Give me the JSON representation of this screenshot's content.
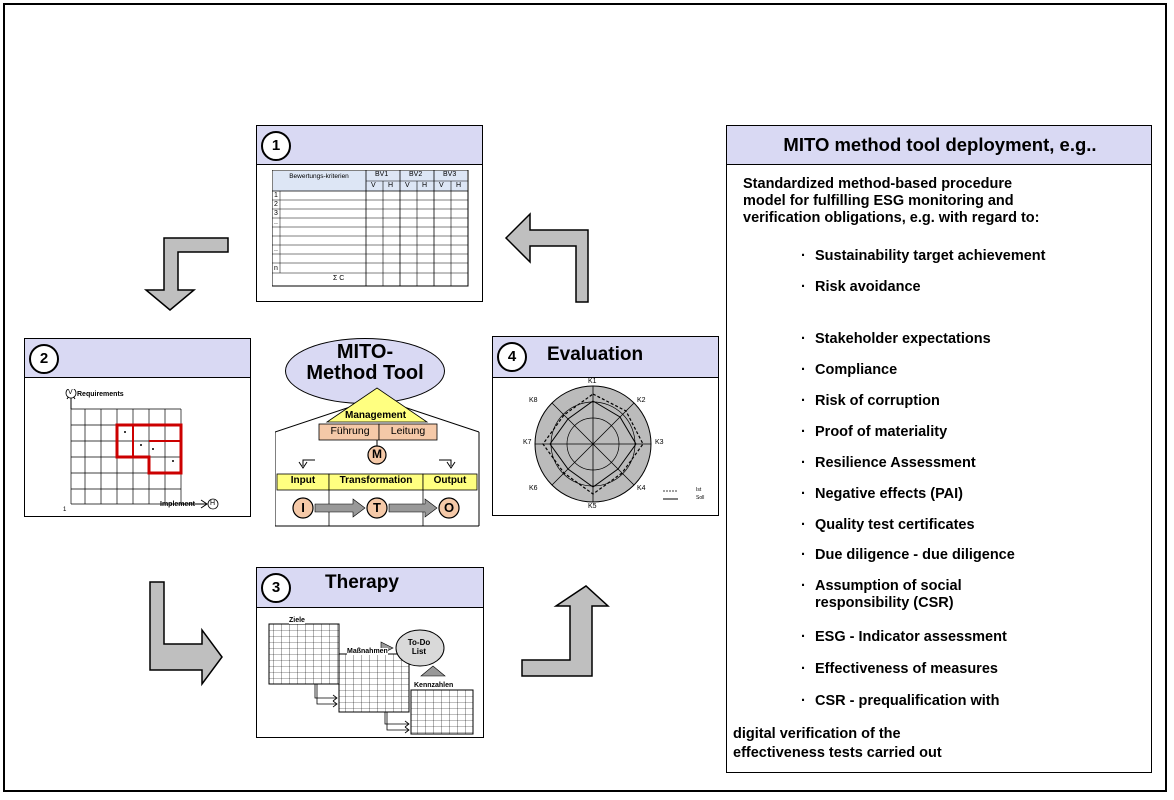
{
  "panel1": {
    "number": "1",
    "table": {
      "header_criteria": "Bewertungs-kriterien",
      "bv1": "BV1",
      "bv2": "BV2",
      "bv3": "BV3",
      "v": "V",
      "h": "H",
      "rows": [
        "1",
        "2",
        "3",
        "..",
        "..",
        "n"
      ],
      "sum": "Σ C"
    }
  },
  "panel2": {
    "number": "2",
    "y_axis": "Requirements",
    "x_axis": "Implement",
    "y_marker": "V",
    "x_marker": "H",
    "origin": "1"
  },
  "panel3": {
    "number": "3",
    "title": "Therapy",
    "labels": {
      "goals": "Ziele",
      "measures": "Maßnahmen",
      "todo": "To-Do List",
      "kpi": "Kennzahlen"
    }
  },
  "panel4": {
    "number": "4",
    "title": "Evaluation",
    "axes": [
      "K1",
      "K2",
      "K3",
      "K4",
      "K5",
      "K6",
      "K7",
      "K8"
    ],
    "legend": [
      "Ist",
      "Soll"
    ]
  },
  "center": {
    "title_line1": "MITO-",
    "title_line2": "Method Tool",
    "management": "Management",
    "fuhrung": "Führung",
    "leitung": "Leitung",
    "m": "M",
    "input": "Input",
    "transformation": "Transformation",
    "output": "Output",
    "i": "I",
    "t": "T",
    "o": "O"
  },
  "right": {
    "title": "MITO method tool deployment, e.g..",
    "intro": [
      "Standardized method-based procedure",
      "model for fulfilling ESG monitoring and",
      "verification obligations, e.g. with regard to:"
    ],
    "bullets_a": [
      "Sustainability target achievement",
      "Risk avoidance"
    ],
    "bullets_b": [
      "Stakeholder expectations",
      "Compliance",
      "Risk of corruption",
      "Proof of materiality",
      "Resilience Assessment",
      "Negative effects (PAI)",
      "Quality test certificates",
      "Due diligence - due diligence"
    ],
    "bullet_csr": [
      "Assumption of social",
      "responsibility (CSR)"
    ],
    "bullets_c": [
      "ESG - Indicator assessment",
      "Effectiveness of measures",
      "CSR - prequalification with"
    ],
    "footer": [
      "digital verification of the",
      "effectiveness tests carried out"
    ]
  },
  "colors": {
    "header": "#d9d9f3",
    "arrow": "#bfbfbf",
    "yellow": "#ffff80",
    "peach": "#f5c9a8",
    "red": "#cc0000"
  }
}
